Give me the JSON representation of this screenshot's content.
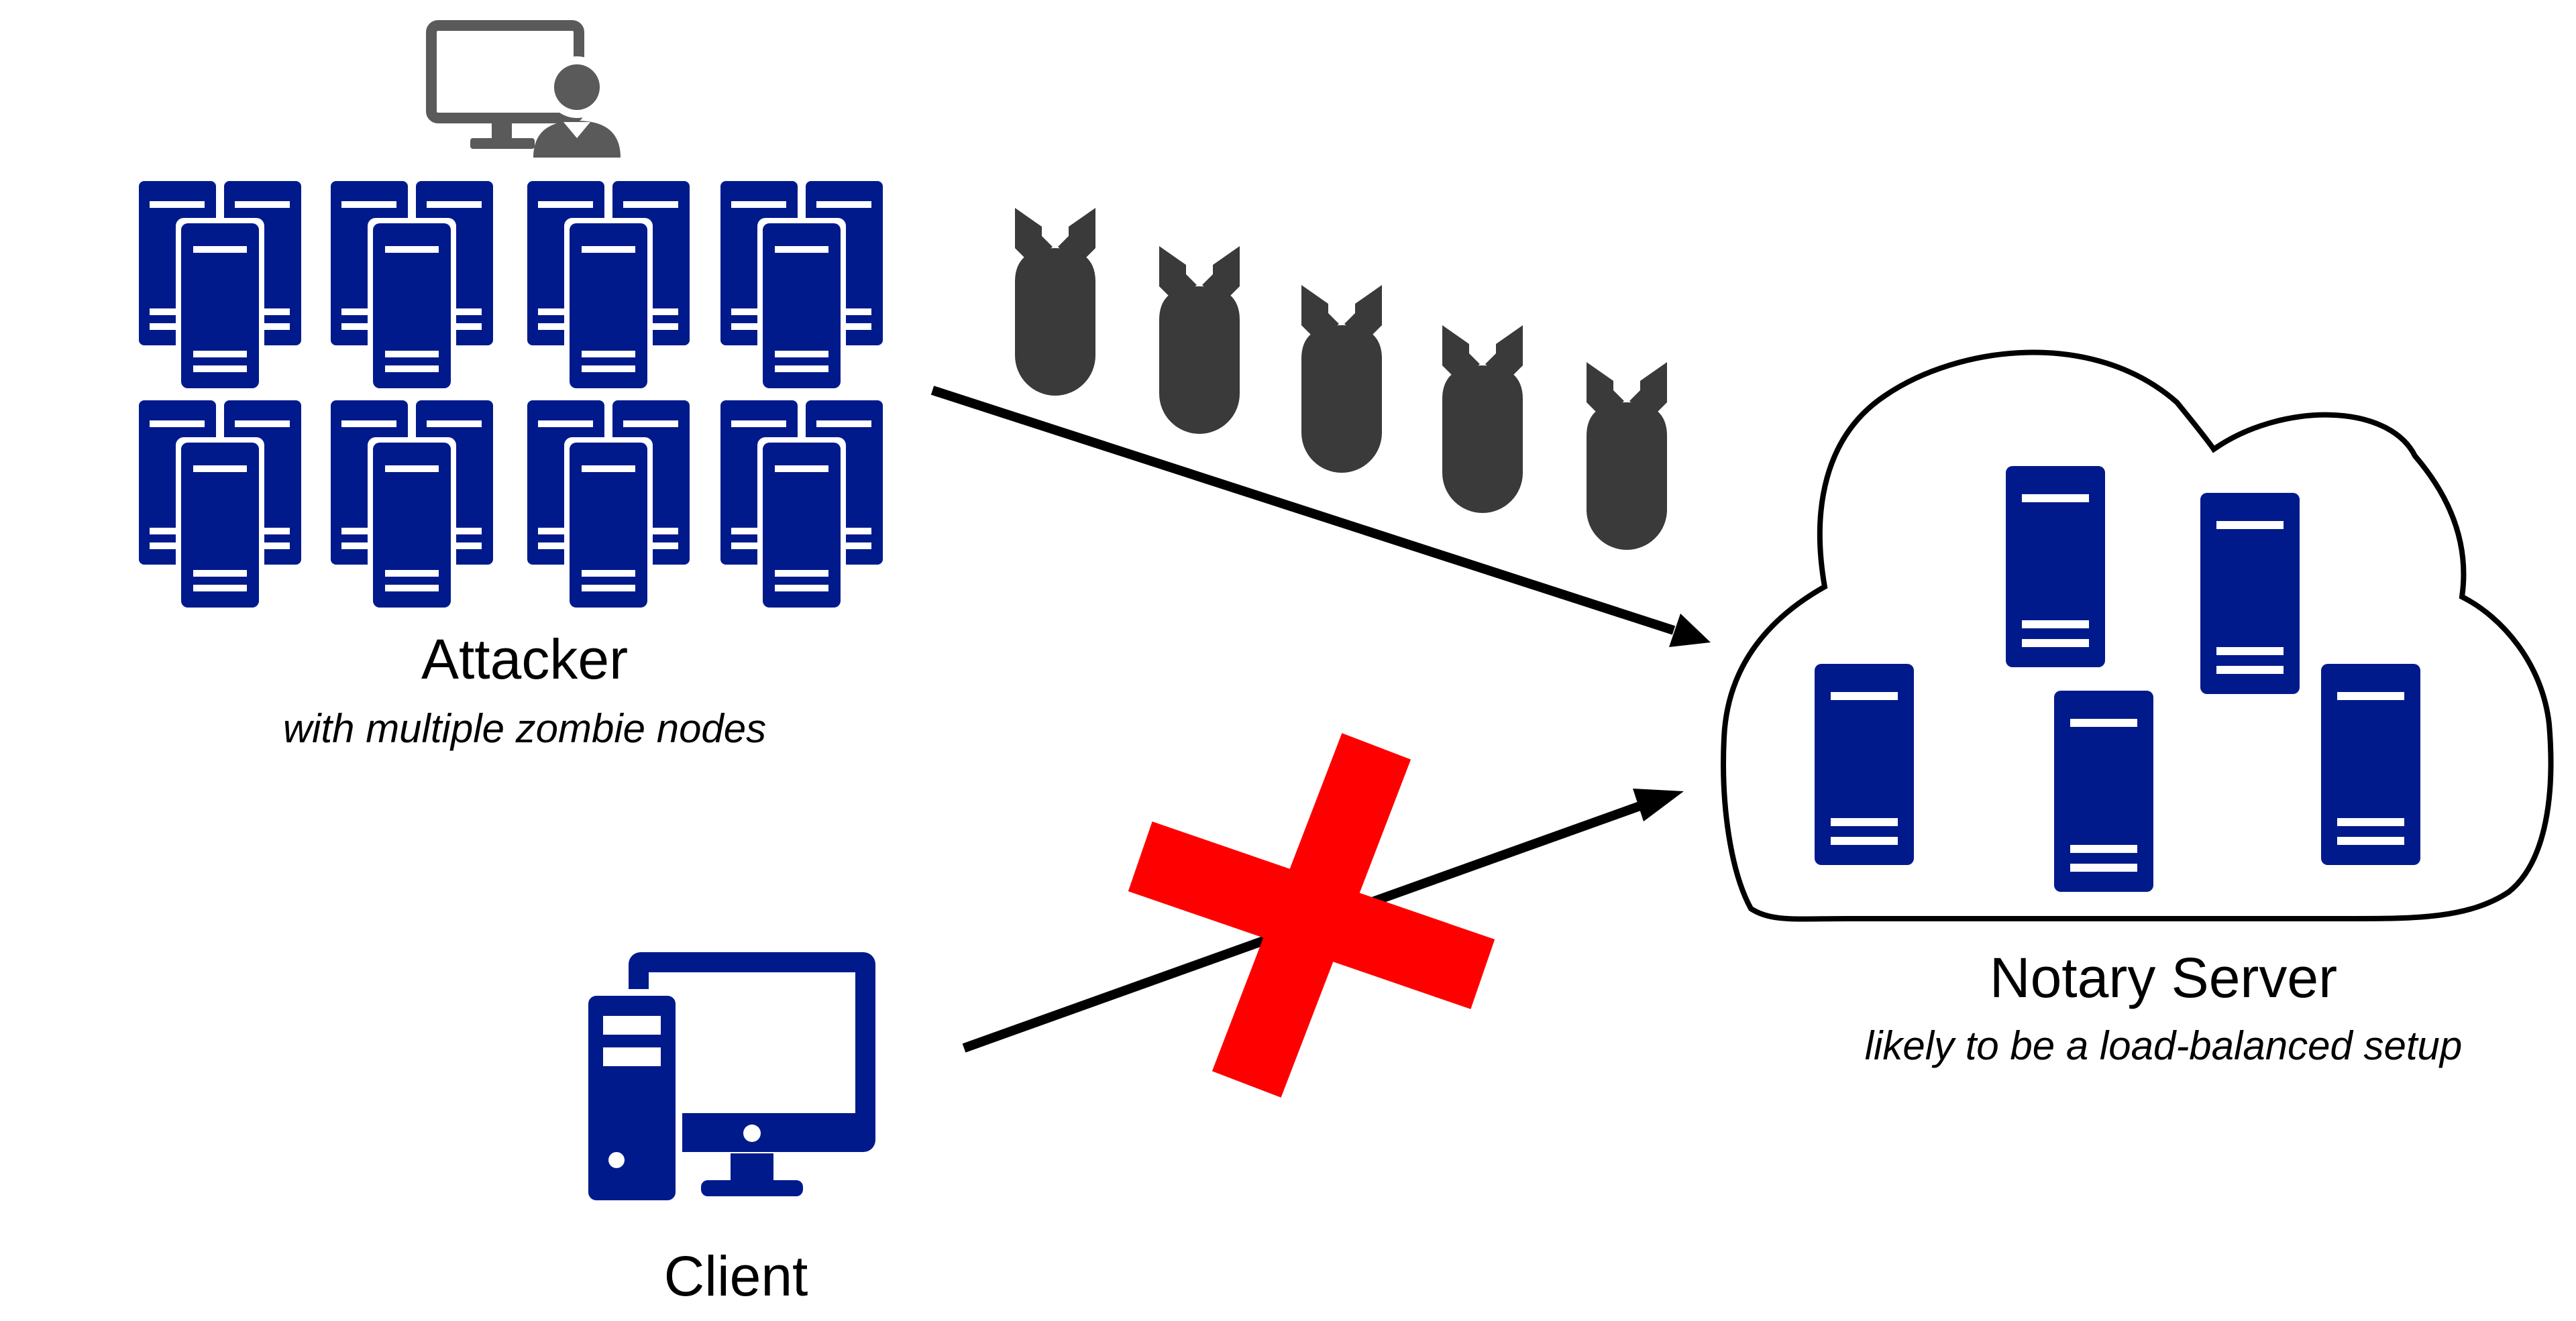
{
  "labels": {
    "attacker": {
      "title": "Attacker",
      "subtitle": "with multiple zombie nodes"
    },
    "notary": {
      "title": "Notary Server",
      "subtitle": "likely to be a load-balanced setup"
    },
    "client": {
      "title": "Client"
    }
  },
  "colors": {
    "server": "#001a8c",
    "bomb": "#3a3a3a",
    "operator": "#5a5a5a",
    "blocked_cross": "#ff0000",
    "arrow": "#000000",
    "cloud_outline": "#000000"
  },
  "icons": {
    "operator": "computer-user-icon",
    "zombie_node": "server-cluster-icon",
    "payload": "bomb-icon",
    "server": "server-tower-icon",
    "client": "desktop-computer-icon",
    "blocked": "red-x-icon"
  }
}
